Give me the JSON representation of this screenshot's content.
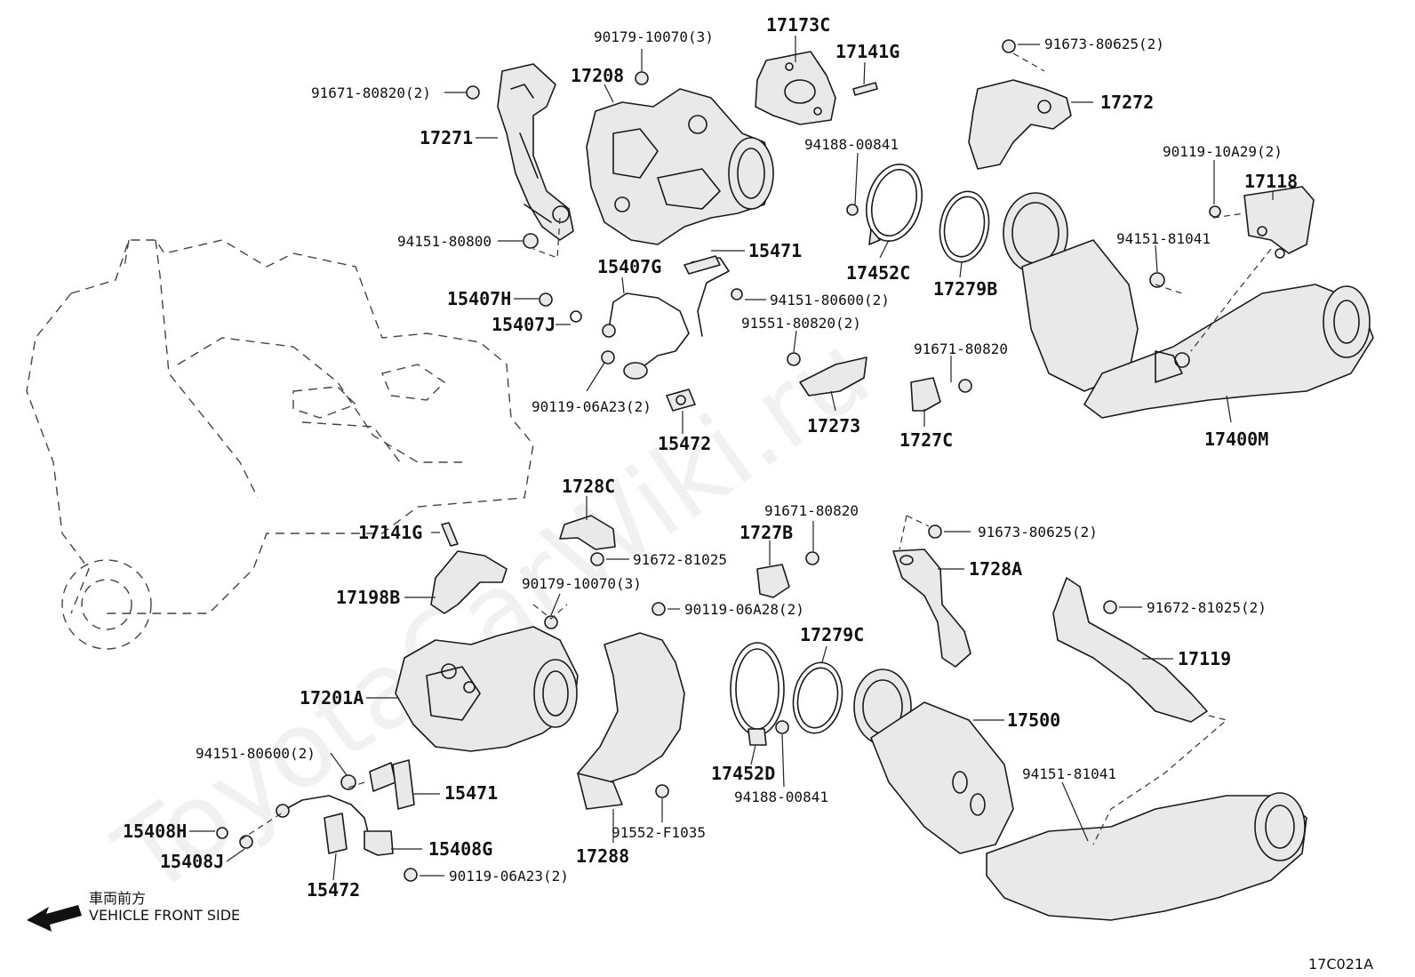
{
  "labels": {
    "p_90179_10070_3_top": "90179-10070(3)",
    "p_17208": "17208",
    "p_17173C": "17173C",
    "p_17141G_top": "17141G",
    "p_91673_80625_2_top": "91673-80625(2)",
    "p_17272": "17272",
    "p_91671_80820_2": "91671-80820(2)",
    "p_17271": "17271",
    "p_94188_00841_top": "94188-00841",
    "p_90119_10A29_2": "90119-10A29(2)",
    "p_17118": "17118",
    "p_94151_80800": "94151-80800",
    "p_15471_top": "15471",
    "p_94151_81041_top": "94151-81041",
    "p_17452C": "17452C",
    "p_17279B": "17279B",
    "p_15407G": "15407G",
    "p_15407H": "15407H",
    "p_94151_80600_2_top": "94151-80600(2)",
    "p_15407J": "15407J",
    "p_91551_80820_2": "91551-80820(2)",
    "p_91671_80820_top": "91671-80820",
    "p_90119_06A23_2_top": "90119-06A23(2)",
    "p_17273": "17273",
    "p_1727C": "1727C",
    "p_17400M": "17400M",
    "p_15472_top": "15472",
    "p_1728C": "1728C",
    "p_91671_80820_mid": "91671-80820",
    "p_17141G_bot": "17141G",
    "p_1727B": "1727B",
    "p_91673_80625_2_bot": "91673-80625(2)",
    "p_91672_81025": "91672-81025",
    "p_1728A": "1728A",
    "p_17198B": "17198B",
    "p_90179_10070_3_bot": "90179-10070(3)",
    "p_91672_81025_2": "91672-81025(2)",
    "p_90119_06A28_2": "90119-06A28(2)",
    "p_17279C": "17279C",
    "p_17119": "17119",
    "p_17201A": "17201A",
    "p_17500": "17500",
    "p_94151_80600_2_bot": "94151-80600(2)",
    "p_17452D": "17452D",
    "p_94151_81041_bot": "94151-81041",
    "p_15471_bot": "15471",
    "p_94188_00841_bot": "94188-00841",
    "p_15408H": "15408H",
    "p_91552_F1035": "91552-F1035",
    "p_15408G": "15408G",
    "p_17288": "17288",
    "p_15408J": "15408J",
    "p_90119_06A23_2_bot": "90119-06A23(2)",
    "p_15472_bot": "15472"
  },
  "legend": {
    "direction_jp": "車両前方",
    "direction_en": "VEHICLE FRONT SIDE",
    "arrow_icon": "left-arrow-icon"
  },
  "watermark": "ToyotaCarWiki.ru",
  "diagram_code": "17C021A"
}
